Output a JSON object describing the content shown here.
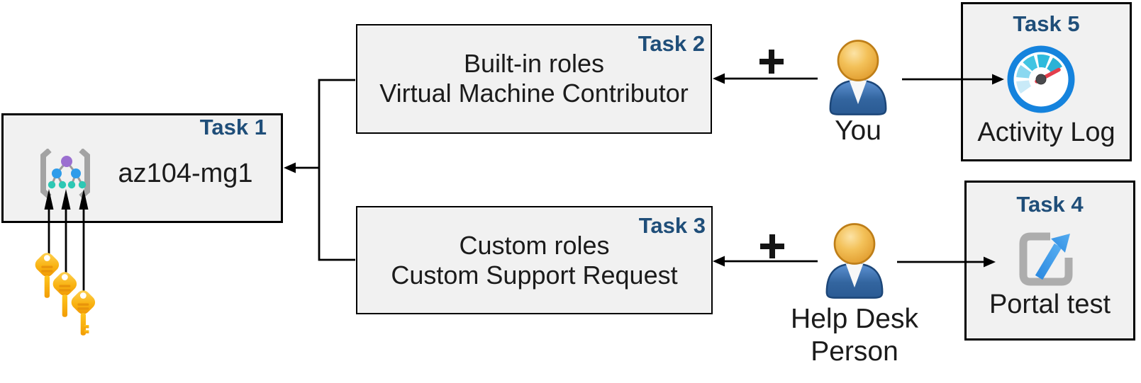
{
  "boxes": {
    "task1": {
      "tag": "Task 1",
      "title": "az104-mg1"
    },
    "task2": {
      "tag": "Task 2",
      "line1": "Built-in roles",
      "line2": "Virtual Machine Contributor"
    },
    "task3": {
      "tag": "Task 3",
      "line1": "Custom roles",
      "line2": "Custom Support Request"
    },
    "task4": {
      "tag": "Task 4",
      "caption": "Portal test"
    },
    "task5": {
      "tag": "Task 5",
      "caption": "Activity Log"
    }
  },
  "actors": {
    "you": {
      "label": "You"
    },
    "help_desk": {
      "label": "Help Desk Person"
    }
  },
  "symbols": {
    "plus": "+"
  },
  "icons": {
    "task1": "management-group-icon",
    "task1_bottom": "key-icon",
    "task4": "external-link-arrow-icon",
    "task5": "gauge-speedometer-icon",
    "you": "person-icon",
    "help_desk": "person-icon"
  },
  "colors": {
    "task_tag_navy": "#1F4E79",
    "box_fill": "#F1F1F1",
    "box_border": "#000000",
    "arrow_black": "#000000",
    "key_gold": "#F6A804",
    "person_body_blue": "#2D5E9B",
    "person_head_orange": "#E8A33D",
    "gauge_ring_blue": "#1583DD",
    "gauge_segment_teal": "#2EBADC",
    "gauge_needle_red": "#E33E4C",
    "link_arrow_blue": "#3FA0EC",
    "bracket_gray": "#A3A3A3",
    "node_purple": "#9B6FD0",
    "node_blue": "#2F9CEA",
    "node_teal": "#2EC8B4"
  }
}
